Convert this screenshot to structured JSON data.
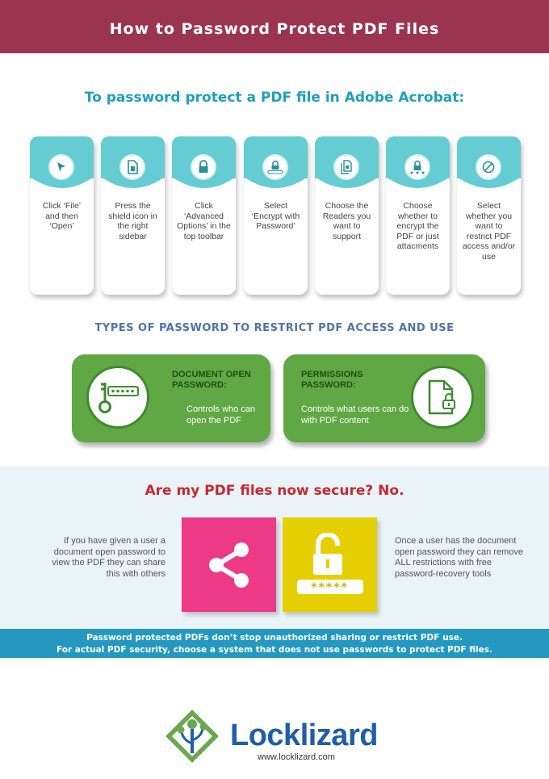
{
  "header": {
    "title": "How to Password Protect PDF Files"
  },
  "subtitle": "To password protect a PDF file in Adobe Acrobat:",
  "steps": [
    {
      "icon": "cursor-icon",
      "text": "Click ‘File’ and then ‘Open’"
    },
    {
      "icon": "document-icon",
      "text": "Press the shield icon in the right sidebar"
    },
    {
      "icon": "lock-icon",
      "text": "Click ‘Advanced Options’ in the top toolbar"
    },
    {
      "icon": "password-lock-icon",
      "text": "Select ‘Encrypt with Password’"
    },
    {
      "icon": "document-readers-icon",
      "text": "Choose the Readers you want to support"
    },
    {
      "icon": "encrypt-attachment-icon",
      "text": "Choose whether to encrypt the PDF or just attacments"
    },
    {
      "icon": "restrict-icon",
      "text": "Select whether you want to restrict PDF access and/or use"
    }
  ],
  "types": {
    "title": "TYPES OF PASSWORD TO RESTRICT PDF ACCESS AND USE",
    "open": {
      "title": "DOCUMENT OPEN PASSWORD:",
      "desc": "Controls who can open the PDF"
    },
    "permissions": {
      "title": "PERMISSIONS PASSWORD:",
      "desc": "Controls what users can do with PDF content"
    }
  },
  "secure": {
    "question": "Are my PDF files now secure? No.",
    "left_text": "If you have given a user a document open password to view the PDF they can share this with others",
    "right_text": "Once a user has the document open password they can remove ALL restrictions with free password-recovery tools",
    "password_mask": "*****"
  },
  "banner": {
    "line1": "Password protected PDFs don’t stop unauthorized sharing or restrict PDF use.",
    "line2": "For actual PDF security, choose a system that does not use passwords to protect PDF files."
  },
  "footer": {
    "brand": "Locklizard",
    "url": "www.locklizard.com"
  },
  "colors": {
    "header": "#9b3451",
    "teal": "#64ccd2",
    "green": "#5fa844",
    "pink": "#ec3a86",
    "yellow": "#e6cf00",
    "blue_bar": "#2398c0",
    "red_heading": "#c62a32"
  }
}
